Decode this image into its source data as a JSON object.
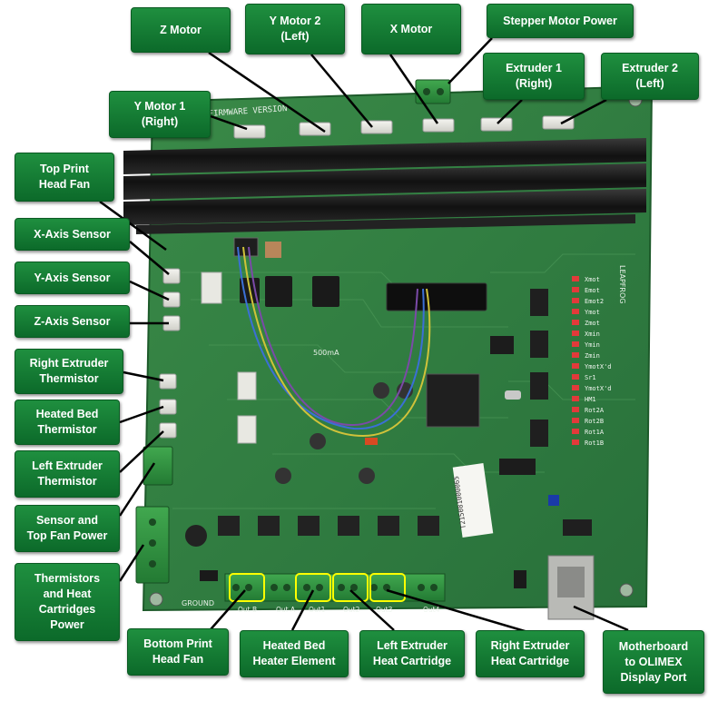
{
  "labels": {
    "z_motor": "Z Motor",
    "y_motor_2": "Y Motor 2\n(Left)",
    "x_motor": "X Motor",
    "stepper_power": "Stepper Motor Power",
    "extruder_1": "Extruder 1\n(Right)",
    "extruder_2": "Extruder 2\n(Left)",
    "y_motor_1": "Y Motor 1\n(Right)",
    "top_fan": "Top Print\nHead Fan",
    "x_sensor": "X-Axis Sensor",
    "y_sensor": "Y-Axis Sensor",
    "z_sensor": "Z-Axis Sensor",
    "right_thermistor": "Right Extruder\nThermistor",
    "bed_thermistor": "Heated Bed\nThermistor",
    "left_thermistor": "Left Extruder\nThermistor",
    "sensor_fan_power": "Sensor and\nTop Fan Power",
    "heat_power": "Thermistors\nand Heat\nCartridges\nPower",
    "bottom_fan": "Bottom Print\nHead Fan",
    "bed_heater": "Heated Bed\nHeater Element",
    "left_cartridge": "Left Extruder\nHeat Cartridge",
    "right_cartridge": "Right Extruder\nHeat Cartridge",
    "motherboard": "Motherboard\nto OLIMEX\nDisplay Port"
  },
  "board": {
    "brand": "LEAPFROG",
    "firmware": "FIRMWARE VERSION",
    "ground": "GROUND",
    "out_labels": [
      "Out B",
      "Out A",
      "Out1",
      "Out2",
      "Out3",
      "Out4"
    ],
    "led_labels": [
      "Xmot",
      "Emot",
      "Emot2",
      "Ymot",
      "Zmot",
      "Xmin",
      "Ymin",
      "Zmin",
      "YmotX'd",
      "Sr1",
      "YmotX'd",
      "HM1",
      "Rot2A",
      "Rot2B",
      "Rot1A",
      "Rot1B"
    ],
    "barcode": "T215081000065",
    "current": "500mA"
  },
  "colors": {
    "pcb": "#2f7a3e",
    "heatsink": "#1c1c1c",
    "label_green": "#138a36",
    "highlight": "#ffff00"
  }
}
